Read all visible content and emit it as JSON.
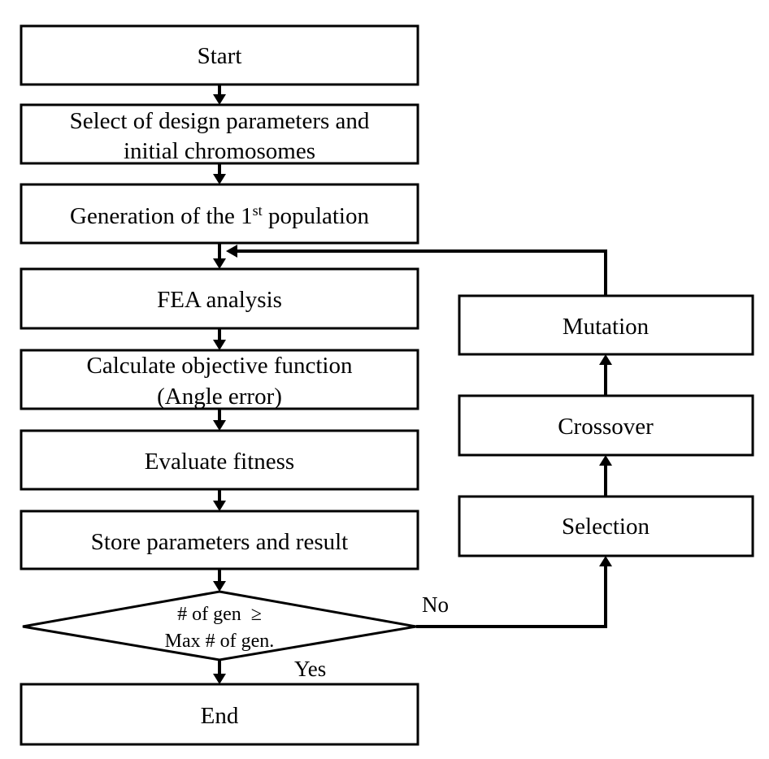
{
  "flowchart": {
    "start": "Start",
    "select_params": {
      "line1": "Select of design parameters and",
      "line2": "initial chromosomes"
    },
    "generation": {
      "text_before": "Generation of the 1",
      "superscript": "st",
      "text_after": " population"
    },
    "fea": "FEA analysis",
    "objective": {
      "line1": "Calculate objective function",
      "line2": "(Angle error)"
    },
    "evaluate": "Evaluate fitness",
    "store": "Store parameters and result",
    "decision": {
      "line1": "# of gen  ≥",
      "line2": "Max # of gen."
    },
    "end": "End",
    "selection": "Selection",
    "crossover": "Crossover",
    "mutation": "Mutation",
    "edge_no": "No",
    "edge_yes": "Yes"
  }
}
